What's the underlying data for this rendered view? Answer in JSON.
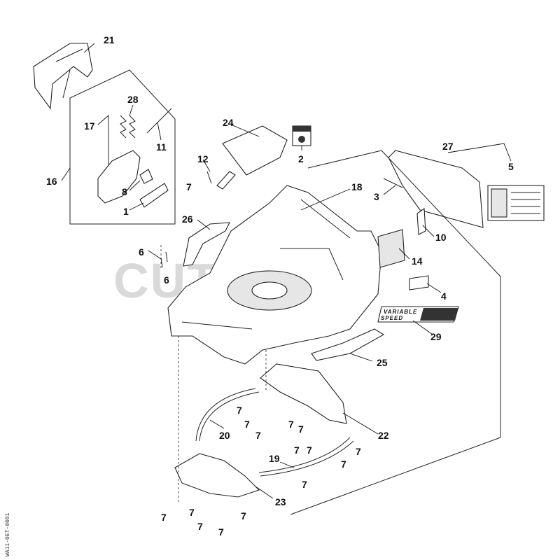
{
  "watermark": "CUTLER'S",
  "side_id": "WA11-0ET-0001",
  "decal_text": {
    "line1": "VARIABLE",
    "line2": "SPEED"
  },
  "callouts": {
    "c21": "21",
    "c28": "28",
    "c17": "17",
    "c11": "11",
    "c16": "16",
    "c8": "8",
    "c1": "1",
    "c24": "24",
    "c2": "2",
    "c12": "12",
    "c7a": "7",
    "c18": "18",
    "c27": "27",
    "c5": "5",
    "c3": "3",
    "c10": "10",
    "c26": "26",
    "c6a": "6",
    "c6b": "6",
    "c14": "14",
    "c4": "4",
    "c29": "29",
    "c25": "25",
    "c20": "20",
    "c22": "22",
    "c19": "19",
    "c23": "23",
    "c7b": "7",
    "c7c": "7",
    "c7d": "7",
    "c7e": "7",
    "c7f": "7",
    "c7g": "7",
    "c7h": "7",
    "c7i": "7",
    "c7j": "7",
    "c7k": "7",
    "c7l": "7",
    "c7m": "7",
    "c7n": "7",
    "c7o": "7",
    "c7p": "7"
  }
}
